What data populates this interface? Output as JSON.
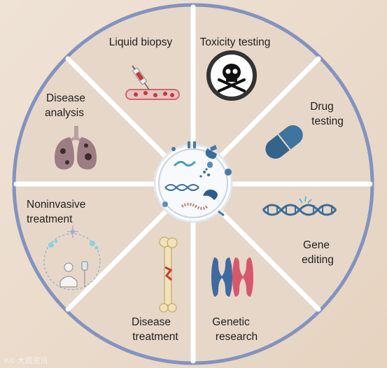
{
  "segments": [
    {
      "id": "liquid-biopsy",
      "lines": [
        "Liquid biopsy"
      ]
    },
    {
      "id": "toxicity-testing",
      "lines": [
        "Toxicity testing"
      ]
    },
    {
      "id": "drug-testing",
      "lines": [
        "Drug",
        "testing"
      ]
    },
    {
      "id": "gene-editing",
      "lines": [
        "Gene",
        "editing"
      ]
    },
    {
      "id": "genetic-research",
      "lines": [
        "Genetic",
        "research"
      ]
    },
    {
      "id": "disease-treatment",
      "lines": [
        "Disease",
        "treatment"
      ]
    },
    {
      "id": "noninvasive-treatment",
      "lines": [
        "Noninvasive",
        "treatment"
      ]
    },
    {
      "id": "disease-analysis",
      "lines": [
        "Disease",
        "analysis"
      ]
    }
  ],
  "icons": {
    "liquid-biopsy": "syringe-blood-vessel-icon",
    "toxicity-testing": "skull-crossbones-icon",
    "drug-testing": "capsule-icon",
    "gene-editing": "dna-double-helix-icon",
    "genetic-research": "chromosome-icon",
    "disease-treatment": "bone-icon",
    "noninvasive-treatment": "patient-iv-cycle-icon",
    "disease-analysis": "lungs-icon",
    "center": "bacteria-dna-cell-icon"
  },
  "watermark": "K© 大观资讯",
  "colors": {
    "ring": "#8293c0",
    "segment_fill": "#e7d7c8",
    "background": "#ecdccb",
    "divider": "#ffffff",
    "accent_blue": "#35648a",
    "accent_red": "#c8454e"
  }
}
